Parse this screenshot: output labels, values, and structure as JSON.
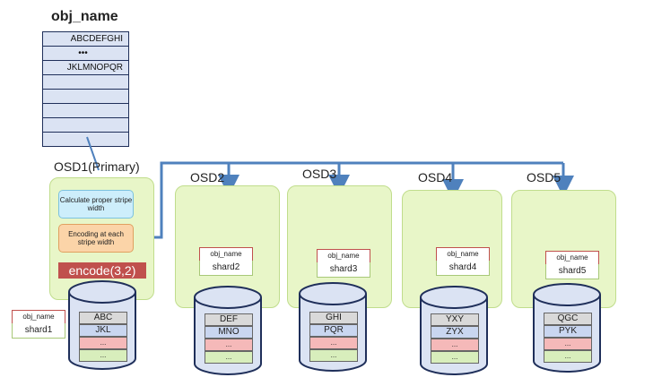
{
  "obj": {
    "title": "obj_name",
    "rows": [
      "ABCDEFGHI",
      "•••",
      "JKLMNOPQR",
      "",
      "",
      "",
      "",
      ""
    ]
  },
  "osd1": {
    "label": "OSD1(Primary)",
    "calc_text": "Calculate proper stripe width",
    "enc_text": "Encoding at each stripe width",
    "encode_text": "encode(3,2)",
    "tag_name": "obj_name",
    "tag_shard": "shard1",
    "chunks": [
      "ABC",
      "JKL",
      "...",
      "..."
    ]
  },
  "osds": [
    {
      "label": "OSD2",
      "tag_name": "obj_name",
      "tag_shard": "shard2",
      "chunks": [
        "DEF",
        "MNO",
        "...",
        "..."
      ]
    },
    {
      "label": "OSD3",
      "tag_name": "obj_name",
      "tag_shard": "shard3",
      "chunks": [
        "GHI",
        "PQR",
        "...",
        "..."
      ]
    },
    {
      "label": "OSD4",
      "tag_name": "obj_name",
      "tag_shard": "shard4",
      "chunks": [
        "YXY",
        "ZYX",
        "...",
        "..."
      ]
    },
    {
      "label": "OSD5",
      "tag_name": "obj_name",
      "tag_shard": "shard5",
      "chunks": [
        "QGC",
        "PYK",
        "...",
        "..."
      ]
    }
  ],
  "colors": {
    "arrow": "#4f81bd",
    "encode": "#c0504d",
    "osd_bg": "#e8f6c8"
  }
}
